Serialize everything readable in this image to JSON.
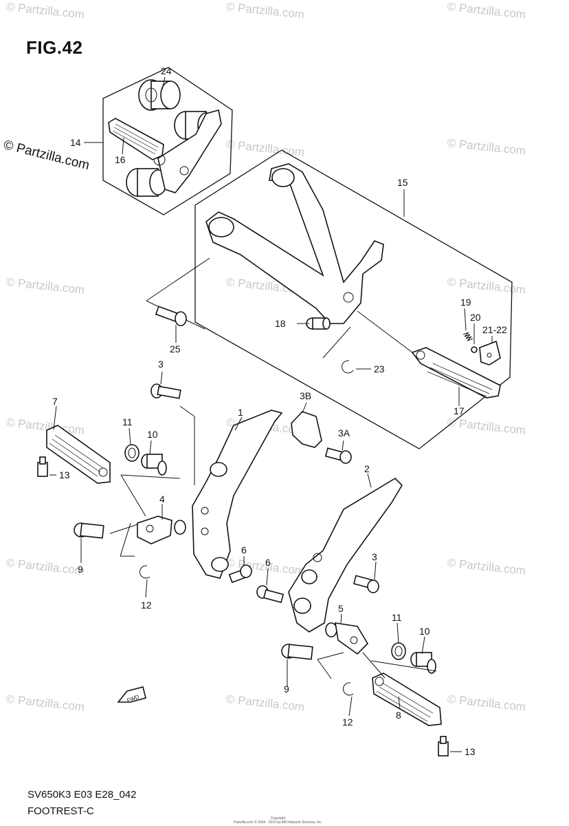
{
  "figure": {
    "title": "FIG.42",
    "code": "SV650K3 E03 E28_042",
    "name": "FOOTREST-C",
    "side_brand": "© Partzilla.com",
    "watermark_text": "© Partzilla.com",
    "copyright_line1": "Copyright",
    "copyright_line2": "Partzilla.com © 2004 - 2019 by ARI Network Services, Inc."
  },
  "labels": {
    "l1": "1",
    "l2": "2",
    "l3a": "3",
    "l3b": "3",
    "l3A": "3A",
    "l3B": "3B",
    "l4": "4",
    "l5": "5",
    "l6a": "6",
    "l6b": "6",
    "l7": "7",
    "l8": "8",
    "l9a": "9",
    "l9b": "9",
    "l10a": "10",
    "l10b": "10",
    "l11a": "11",
    "l11b": "11",
    "l12a": "12",
    "l12b": "12",
    "l13a": "13",
    "l13b": "13",
    "l14": "14",
    "l15": "15",
    "l16": "16",
    "l17": "17",
    "l18": "18",
    "l19": "19",
    "l20": "20",
    "l21_22": "21-22",
    "l23": "23",
    "l24": "24",
    "l25": "25",
    "fwd": "FWD"
  },
  "colors": {
    "line": "#111111",
    "watermark": "#c8c8c8",
    "background": "#ffffff"
  }
}
